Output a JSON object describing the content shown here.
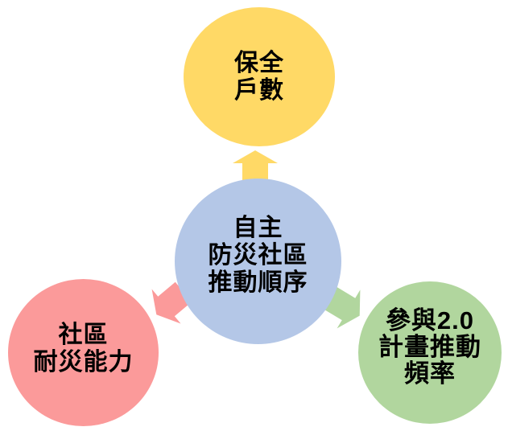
{
  "diagram": {
    "background_color": "#FFFFFF",
    "text_color": "#000000",
    "nodes": {
      "center": {
        "label_lines": [
          "自主",
          "防災社區",
          "推動順序"
        ],
        "color": "#B4C7E7"
      },
      "top": {
        "label_lines": [
          "保全",
          "戶數"
        ],
        "color": "#FFD966"
      },
      "bottom_left": {
        "label_lines": [
          "社區",
          "耐災能力"
        ],
        "color": "#FB9A9A"
      },
      "bottom_right": {
        "label_lines": [
          "參與2.0",
          "計畫推動",
          "頻率"
        ],
        "color": "#B1D69E"
      }
    },
    "arrows": {
      "up": {
        "color": "#FFD966",
        "direction": "center-to-top"
      },
      "down_left": {
        "color": "#FB9A9A",
        "direction": "center-to-bottom-left"
      },
      "down_right": {
        "color": "#B1D69E",
        "direction": "center-to-bottom-right"
      }
    }
  }
}
